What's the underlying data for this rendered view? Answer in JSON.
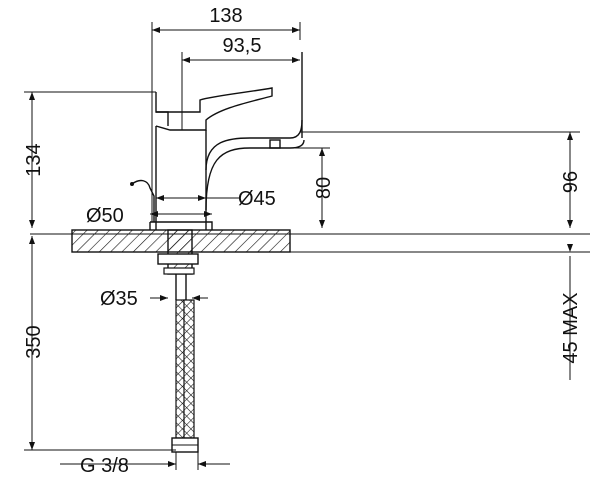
{
  "drawing": {
    "dimensions": {
      "top_width": "138",
      "spout_reach": "93,5",
      "height_total": "134",
      "spout_height": "80",
      "deck_height": "96",
      "base_diameter": "Ø50",
      "body_diameter": "Ø45",
      "hole_diameter": "Ø35",
      "hose_length": "350",
      "max_thickness": "45 MAX",
      "connection": "G 3/8"
    }
  }
}
